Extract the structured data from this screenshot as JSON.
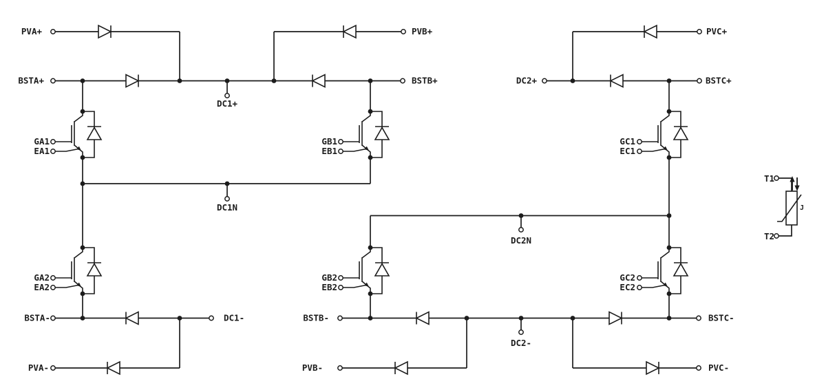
{
  "diagram": {
    "kind": "power-module-circuit-schematic",
    "background_color": "#ffffff",
    "line_color": "#1c1c1c",
    "channels": [
      "A",
      "B",
      "C"
    ],
    "component_types": [
      "boost-diode",
      "igbt-with-antiparallel-diode",
      "ntc-thermistor"
    ]
  },
  "labels": {
    "pva_plus": "PVA+",
    "bsta_plus": "BSTA+",
    "dc1_plus": "DC1+",
    "pvb_plus": "PVB+",
    "bstb_plus": "BSTB+",
    "dc2_plus": "DC2+",
    "pvc_plus": "PVC+",
    "bstc_plus": "BSTC+",
    "ga1": "GA1",
    "ea1": "EA1",
    "gb1": "GB1",
    "eb1": "EB1",
    "gc1": "GC1",
    "ec1": "EC1",
    "dc1n": "DC1N",
    "dc2n": "DC2N",
    "ga2": "GA2",
    "ea2": "EA2",
    "gb2": "GB2",
    "eb2": "EB2",
    "gc2": "GC2",
    "ec2": "EC2",
    "bsta_minus": "BSTA-",
    "dc1_minus": "DC1-",
    "pva_minus": "PVA-",
    "bstb_minus": "BSTB-",
    "dc2_minus": "DC2-",
    "pvb_minus": "PVB-",
    "bstc_minus": "BSTC-",
    "pvc_minus": "PVC-",
    "t1": "T1",
    "t2": "T2",
    "thermistor_mark": "J"
  }
}
